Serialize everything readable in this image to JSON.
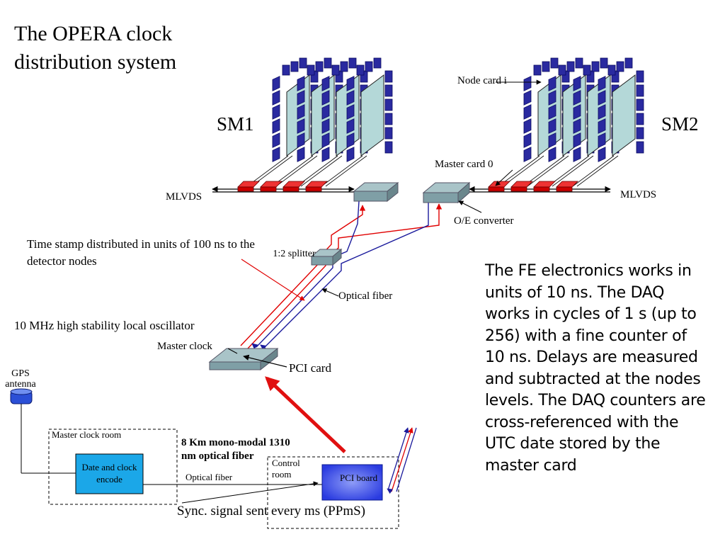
{
  "title": "The OPERA clock distribution system",
  "sm1": "SM1",
  "sm2": "SM2",
  "labels": {
    "node_card": "Node card i",
    "master_card": "Master card 0",
    "mlvds_left": "MLVDS",
    "mlvds_right": "MLVDS",
    "oe_converter": "O/E converter",
    "splitter": "1:2 splitter",
    "optical_fiber": "Optical fiber",
    "time_stamp": "Time stamp distributed in units of 100 ns to the detector nodes",
    "oscillator": "10 MHz high stability local oscillator",
    "master_clock": "Master clock",
    "pci_card": "PCI card",
    "gps_antenna": "GPS antenna",
    "master_clock_room": "Master clock room",
    "date_clock_encode": "Date and clock encode",
    "optical_fiber_small": "Optical fiber",
    "fiber_spec": "8 Km mono-modal 1310 nm optical fiber",
    "control_room": "Control room",
    "pci_board": "PCI board",
    "sync_signal": "Sync. signal sent every ms (PPmS)"
  },
  "description": "The FE electronics works in units of 10 ns. The DAQ works in cycles of 1 s (up to 256) with a fine counter of 10 ns. Delays are measured and subtracted at the nodes levels. The DAQ counters are cross-referenced with the UTC date stored by the master card",
  "colors": {
    "chip": "#2a2aa0",
    "chip_edge": "#0a0a60",
    "card": "#b4d8d8",
    "master_card": "#cc0000",
    "module": "#7f9fa6",
    "fiber_red": "#e00000",
    "fiber_blue": "#1a1a9c",
    "encode_box": "#1ba7e8",
    "pci_board": "#3b52e6",
    "big_arrow": "#e01010"
  }
}
